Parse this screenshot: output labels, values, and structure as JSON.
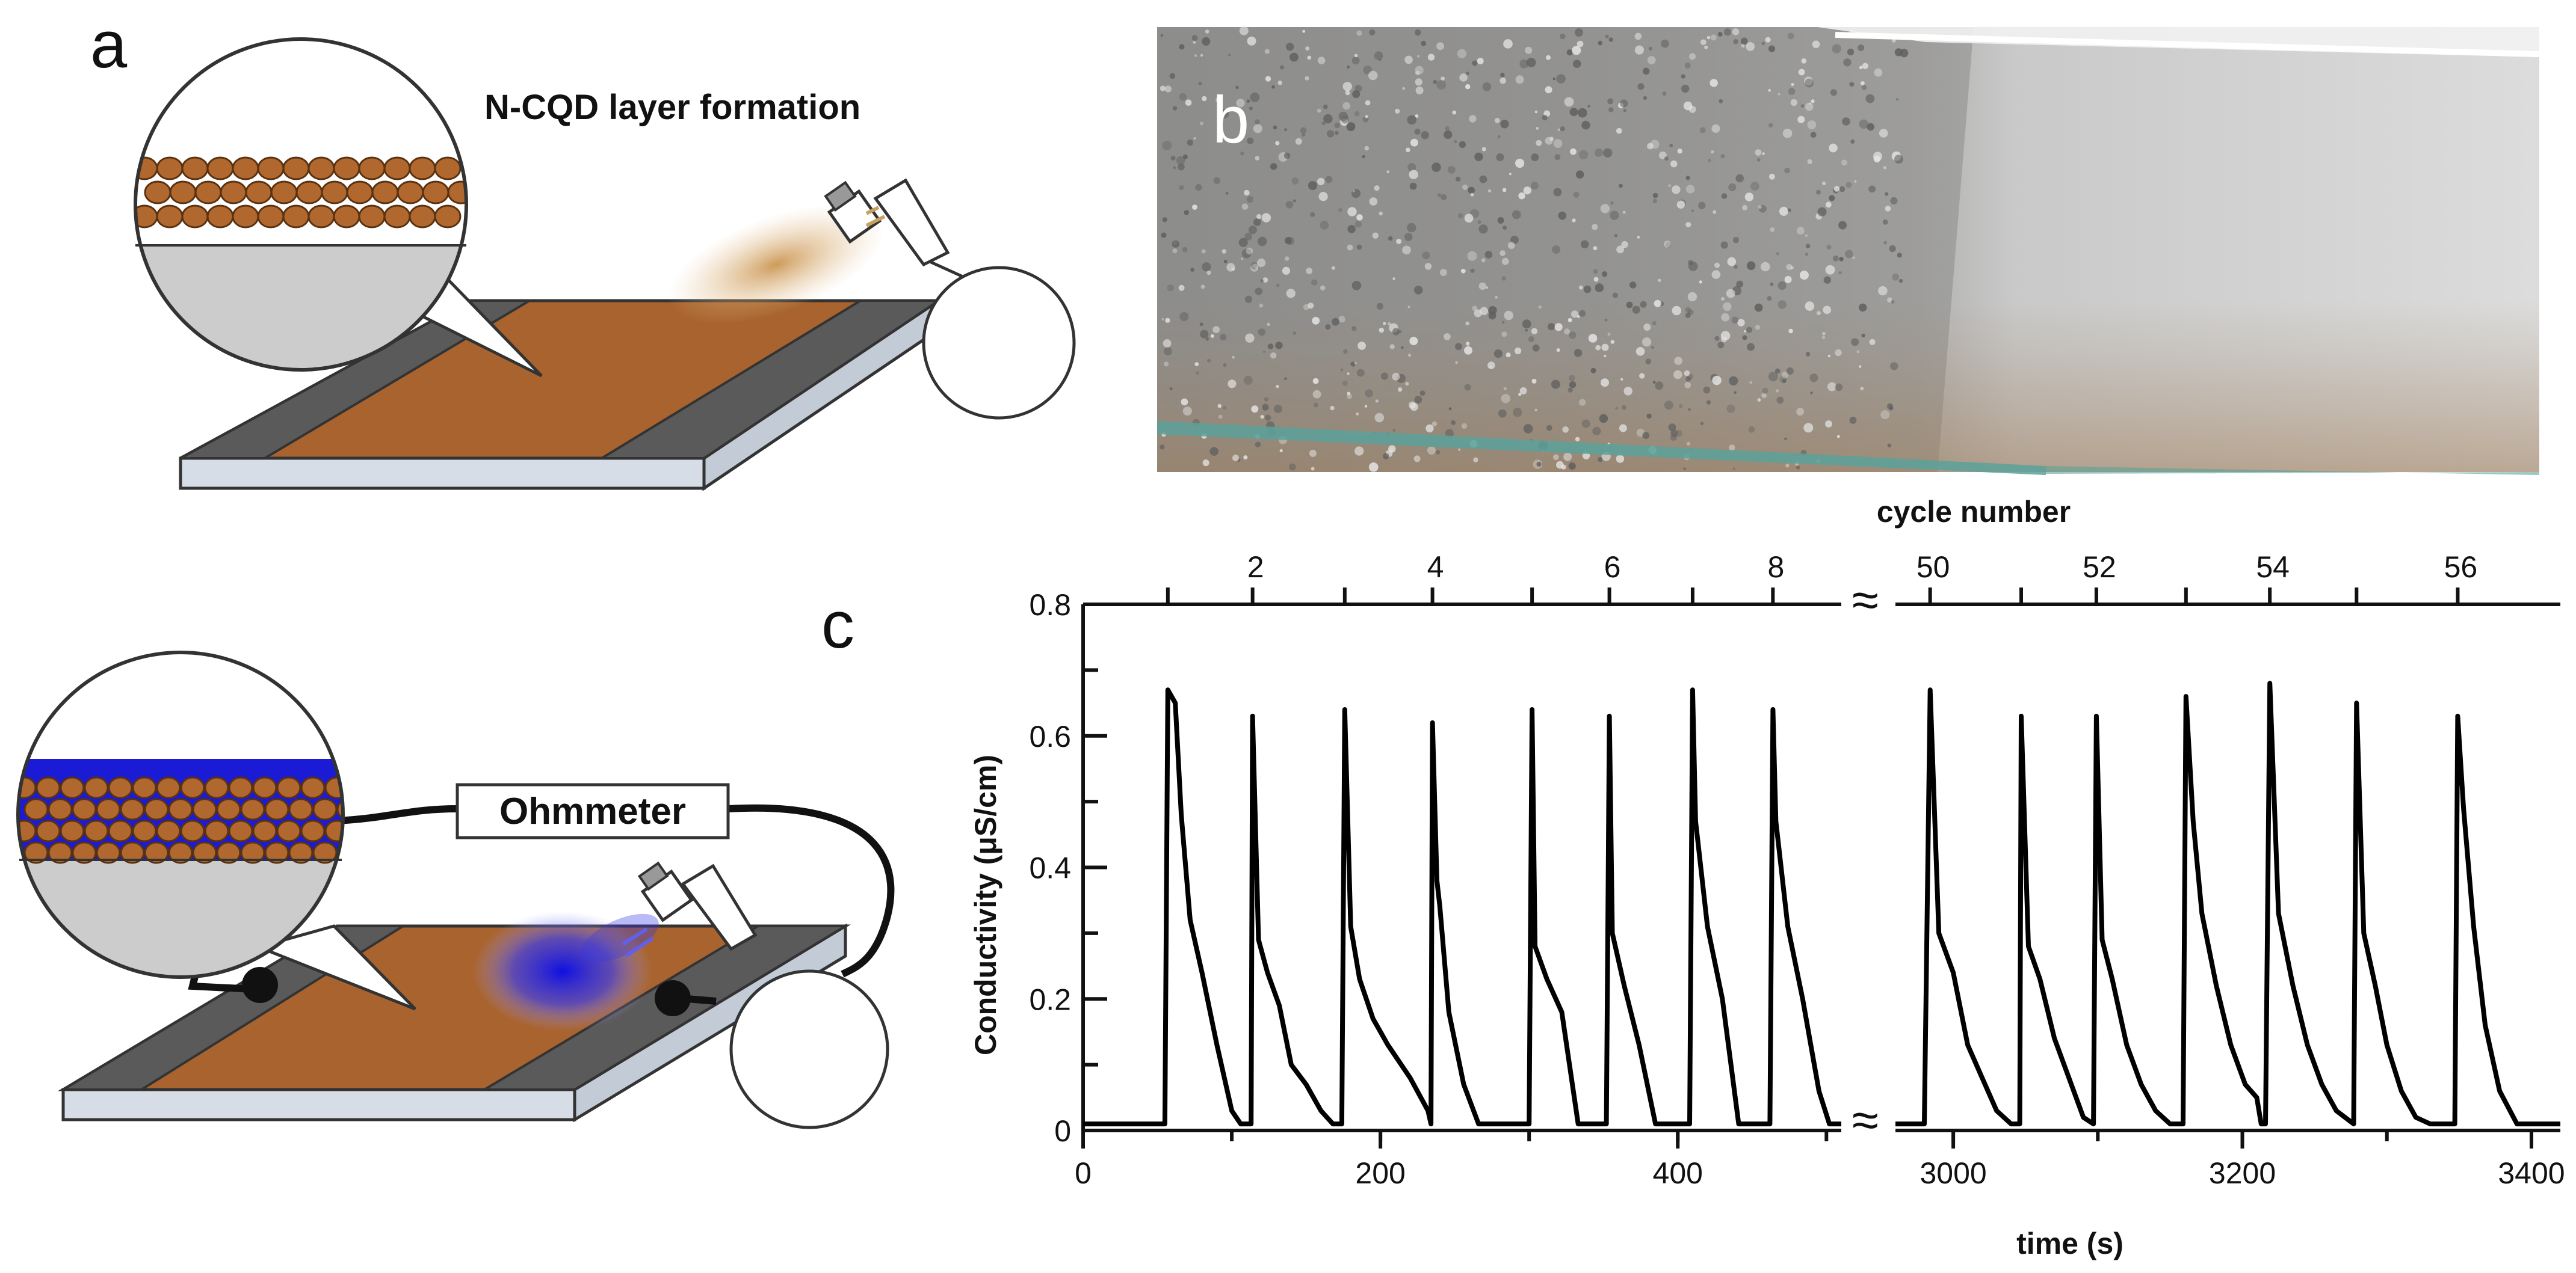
{
  "panels": {
    "a": {
      "letter": "a",
      "layer_label": "N-CQD layer formation"
    },
    "b": {
      "letter": "b"
    },
    "c": {
      "letter": "c",
      "device_label": "Ohmmeter"
    }
  },
  "colors": {
    "substrate_orange": "#a8632e",
    "electrode_gray": "#5a5a5a",
    "slab_side": "#d6dde6",
    "dot_orange": "#b0682e",
    "water_blue": "#1b1bd6",
    "plot_line": "#000000"
  },
  "chart_data": {
    "type": "line",
    "ylabel": "Conductivity (μS/cm)",
    "xlabel": "time (s)",
    "top_axis_label": "cycle number",
    "break_symbol": "≈",
    "y_ticks": [
      "0",
      "0.2",
      "0.4",
      "0.6",
      "0.8"
    ],
    "ylim": [
      0,
      0.8
    ],
    "grid": false,
    "segments": [
      {
        "xlim": [
          0,
          510
        ],
        "x_ticks": [
          "0",
          "200",
          "400"
        ],
        "top_ticks": [
          "2",
          "4",
          "6",
          "8"
        ],
        "series": [
          {
            "x": [
              0,
              55,
              57,
              62,
              66,
              72,
              80,
              90,
              100,
              106,
              108,
              113,
              114,
              118,
              124,
              132,
              140,
              150,
              160,
              168,
              170,
              174,
              176,
              180,
              186,
              195,
              205,
              220,
              232,
              234,
              235,
              238,
              240,
              246,
              256,
              266,
              276,
              282,
              300,
              302,
              304,
              312,
              322,
              333,
              340,
              352,
              354,
              356,
              364,
              374,
              385,
              392,
              408,
              410,
              412,
              420,
              430,
              441,
              448,
              462,
              464,
              466,
              474,
              484,
              495,
              502,
              510
            ],
            "y": [
              0.01,
              0.01,
              0.67,
              0.65,
              0.48,
              0.32,
              0.24,
              0.13,
              0.03,
              0.01,
              0.01,
              0.01,
              0.63,
              0.29,
              0.24,
              0.19,
              0.1,
              0.07,
              0.03,
              0.01,
              0.01,
              0.01,
              0.64,
              0.31,
              0.23,
              0.17,
              0.13,
              0.08,
              0.03,
              0.01,
              0.62,
              0.38,
              0.34,
              0.18,
              0.07,
              0.01,
              0.01,
              0.01,
              0.01,
              0.64,
              0.28,
              0.23,
              0.18,
              0.01,
              0.01,
              0.01,
              0.63,
              0.3,
              0.22,
              0.13,
              0.01,
              0.01,
              0.01,
              0.67,
              0.47,
              0.31,
              0.2,
              0.01,
              0.01,
              0.01,
              0.64,
              0.47,
              0.31,
              0.2,
              0.06,
              0.01,
              0.01
            ]
          }
        ]
      },
      {
        "xlim": [
          2960,
          3420
        ],
        "x_ticks": [
          "3000",
          "3200",
          "3400"
        ],
        "top_ticks": [
          "50",
          "52",
          "54",
          "56"
        ],
        "series": [
          {
            "x": [
              2960,
              2980,
              2984,
              2990,
              3000,
              3010,
              3020,
              3030,
              3040,
              3046,
              3047,
              3052,
              3060,
              3070,
              3080,
              3090,
              3097,
              3099,
              3103,
              3110,
              3120,
              3130,
              3140,
              3150,
              3159,
              3161,
              3166,
              3172,
              3182,
              3192,
              3202,
              3210,
              3213,
              3216,
              3219,
              3225,
              3235,
              3245,
              3255,
              3265,
              3277,
              3279,
              3284,
              3292,
              3300,
              3310,
              3320,
              3330,
              3347,
              3349,
              3353,
              3360,
              3368,
              3378,
              3390,
              3420
            ],
            "y": [
              0.01,
              0.01,
              0.67,
              0.3,
              0.24,
              0.13,
              0.08,
              0.03,
              0.01,
              0.01,
              0.63,
              0.28,
              0.23,
              0.14,
              0.08,
              0.02,
              0.01,
              0.63,
              0.29,
              0.23,
              0.13,
              0.07,
              0.03,
              0.01,
              0.01,
              0.66,
              0.47,
              0.33,
              0.22,
              0.13,
              0.07,
              0.05,
              0.01,
              0.01,
              0.68,
              0.33,
              0.22,
              0.13,
              0.07,
              0.03,
              0.01,
              0.65,
              0.3,
              0.22,
              0.13,
              0.06,
              0.02,
              0.01,
              0.01,
              0.63,
              0.49,
              0.31,
              0.16,
              0.06,
              0.01,
              0.01
            ]
          }
        ]
      }
    ]
  }
}
